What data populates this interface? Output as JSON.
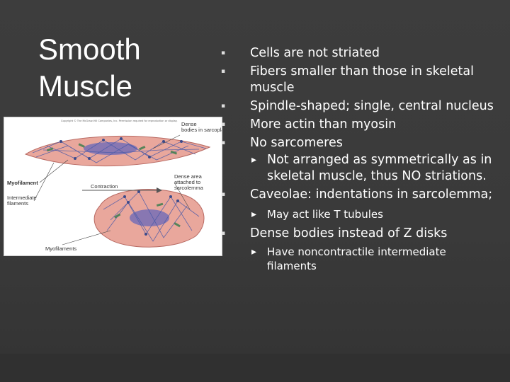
{
  "slide": {
    "title_line1": "Smooth",
    "title_line2": "Muscle",
    "bullets": [
      {
        "text": "Cells are not striated"
      },
      {
        "text": "Fibers smaller than those in skeletal muscle"
      },
      {
        "text": "Spindle-shaped; single, central nucleus"
      },
      {
        "text": "More actin than myosin"
      },
      {
        "text": "No sarcomeres",
        "sub": [
          "Not arranged as symmetrically as in skeletal muscle, thus NO striations."
        ]
      },
      {
        "text": "Caveolae: indentations in sarcolemma;",
        "sub": [
          "May act like T tubules"
        ]
      },
      {
        "text": "Dense bodies instead of Z disks",
        "sub": [
          "Have noncontractile intermediate filaments"
        ]
      }
    ]
  },
  "figure": {
    "caption_top": "Copyright © The McGraw-Hill Companies, Inc. Permission required for reproduction or display.",
    "labels": {
      "dense_bodies": "Dense bodies in sarcoplasm",
      "myofilament": "Myofilament",
      "intermediate": "Intermediate filaments",
      "contraction": "Contraction",
      "dense_area": "Dense area attached to sarcolemma",
      "myofilaments": "Myofilaments"
    },
    "colors": {
      "cell": "#e8a49a",
      "cell_edge": "#c06f68",
      "nucleus": "#7a6fb0",
      "filament": "#4a5aa8",
      "myofil": "#3f7f4f"
    }
  }
}
